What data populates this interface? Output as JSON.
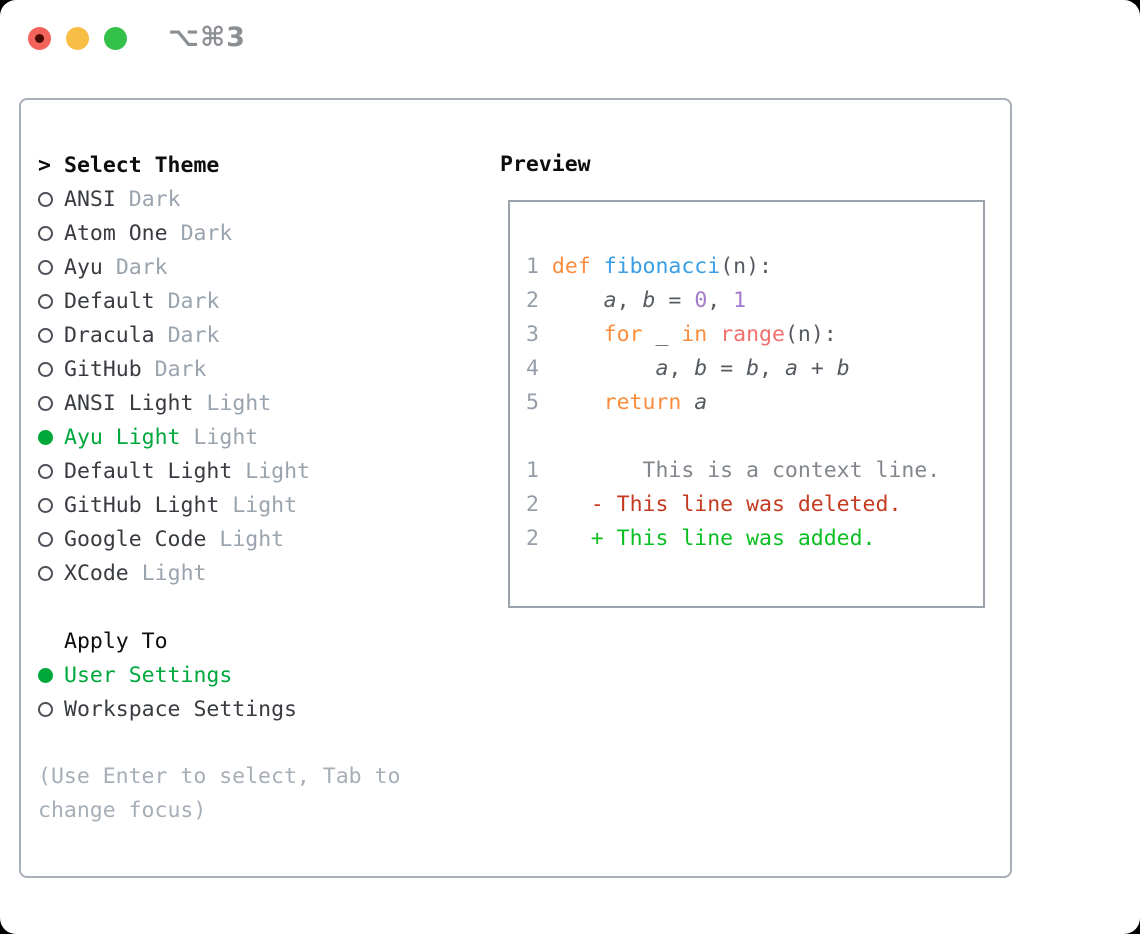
{
  "window": {
    "shortcut": "⌥⌘3"
  },
  "theme_panel": {
    "prompt": ">",
    "title": "Select Theme",
    "themes": [
      {
        "name": "ANSI",
        "variant": "Dark",
        "selected": false
      },
      {
        "name": "Atom One",
        "variant": "Dark",
        "selected": false
      },
      {
        "name": "Ayu",
        "variant": "Dark",
        "selected": false
      },
      {
        "name": "Default",
        "variant": "Dark",
        "selected": false
      },
      {
        "name": "Dracula",
        "variant": "Dark",
        "selected": false
      },
      {
        "name": "GitHub",
        "variant": "Dark",
        "selected": false
      },
      {
        "name": "ANSI Light",
        "variant": "Light",
        "selected": false
      },
      {
        "name": "Ayu Light",
        "variant": "Light",
        "selected": true
      },
      {
        "name": "Default Light",
        "variant": "Light",
        "selected": false
      },
      {
        "name": "GitHub Light",
        "variant": "Light",
        "selected": false
      },
      {
        "name": "Google Code",
        "variant": "Light",
        "selected": false
      },
      {
        "name": "XCode",
        "variant": "Light",
        "selected": false
      }
    ],
    "apply_to": {
      "title": "Apply To",
      "options": [
        {
          "label": "User Settings",
          "selected": true
        },
        {
          "label": "Workspace Settings",
          "selected": false
        }
      ]
    },
    "hint_line1": "(Use Enter to select, Tab to",
    "hint_line2": "change focus)"
  },
  "preview": {
    "title": "Preview",
    "lines": [
      [
        {
          "c": "ln",
          "t": "1 "
        },
        {
          "c": "kw",
          "t": "def"
        },
        {
          "c": "pl",
          "t": " "
        },
        {
          "c": "fn",
          "t": "fibonacci"
        },
        {
          "c": "pl",
          "t": "(n):"
        }
      ],
      [
        {
          "c": "ln",
          "t": "2 "
        },
        {
          "c": "pl",
          "t": "    "
        },
        {
          "c": "it",
          "t": "a"
        },
        {
          "c": "pl",
          "t": ", "
        },
        {
          "c": "it",
          "t": "b"
        },
        {
          "c": "pl",
          "t": " = "
        },
        {
          "c": "nu",
          "t": "0"
        },
        {
          "c": "pl",
          "t": ", "
        },
        {
          "c": "nu",
          "t": "1"
        }
      ],
      [
        {
          "c": "ln",
          "t": "3 "
        },
        {
          "c": "pl",
          "t": "    "
        },
        {
          "c": "kw",
          "t": "for"
        },
        {
          "c": "pl",
          "t": " _ "
        },
        {
          "c": "kw",
          "t": "in"
        },
        {
          "c": "pl",
          "t": " "
        },
        {
          "c": "bi",
          "t": "range"
        },
        {
          "c": "pl",
          "t": "(n):"
        }
      ],
      [
        {
          "c": "ln",
          "t": "4 "
        },
        {
          "c": "pl",
          "t": "        "
        },
        {
          "c": "it",
          "t": "a"
        },
        {
          "c": "pl",
          "t": ", "
        },
        {
          "c": "it",
          "t": "b"
        },
        {
          "c": "pl",
          "t": " = "
        },
        {
          "c": "it",
          "t": "b"
        },
        {
          "c": "pl",
          "t": ", "
        },
        {
          "c": "it",
          "t": "a"
        },
        {
          "c": "pl",
          "t": " + "
        },
        {
          "c": "it",
          "t": "b"
        }
      ],
      [
        {
          "c": "ln",
          "t": "5 "
        },
        {
          "c": "pl",
          "t": "    "
        },
        {
          "c": "kw",
          "t": "return"
        },
        {
          "c": "pl",
          "t": " "
        },
        {
          "c": "it",
          "t": "a"
        }
      ],
      [],
      [
        {
          "c": "ln",
          "t": "1"
        },
        {
          "c": "ctx",
          "t": "        This is a context line."
        }
      ],
      [
        {
          "c": "ln",
          "t": "2"
        },
        {
          "c": "pl",
          "t": "    "
        },
        {
          "c": "del",
          "t": "- This line was deleted."
        }
      ],
      [
        {
          "c": "ln",
          "t": "2"
        },
        {
          "c": "pl",
          "t": "    "
        },
        {
          "c": "add",
          "t": "+ This line was added."
        }
      ]
    ]
  },
  "colors": {
    "accent_green": "#00a83c",
    "added_green": "#0abf22",
    "deleted_red": "#c53b22",
    "keyword_orange": "#fa8d3e",
    "function_blue": "#399ee6",
    "number_purple": "#a37acc",
    "builtin_coral": "#f0716f",
    "code_text": "#565b61",
    "line_number": "#959ea8",
    "context_gray": "#82878d",
    "muted_gray": "#9aa4af",
    "hint_gray": "#a6aeb8",
    "item_text": "#383b40",
    "title_black": "#0c0d0e",
    "panel_border": "#a8afb9",
    "preview_border": "#9aa2ac",
    "radio_outline": "#4c5057",
    "titlebar_text": "#8b8f94",
    "light_red": "#f4635b",
    "light_yellow": "#f8bd45",
    "light_green": "#34c14a",
    "record_dot": "#4a0b06"
  }
}
